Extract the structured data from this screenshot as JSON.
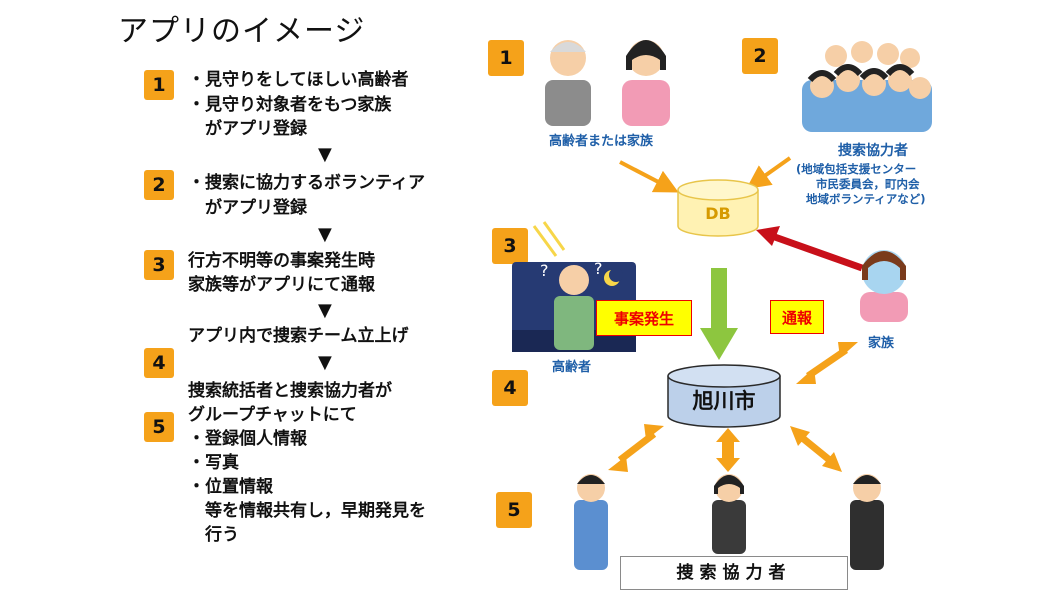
{
  "title": "アプリのイメージ",
  "steps_left": [
    {
      "number": "1",
      "lines": [
        "・見守りをしてほしい高齢者",
        "・見守り対象者をもつ家族",
        "　がアプリ登録"
      ]
    },
    {
      "number": "2",
      "lines": [
        "・捜索に協力するボランティア",
        "　がアプリ登録"
      ]
    },
    {
      "number": "3",
      "lines": [
        "行方不明等の事案発生時",
        "家族等がアプリにて通報"
      ]
    },
    {
      "number": "4",
      "lines": [
        "アプリ内で捜索チーム立上げ"
      ]
    },
    {
      "number": "5",
      "lines": [
        "捜索統括者と捜索協力者が",
        "グループチャットにて",
        "・登録個人情報",
        "・写真",
        "・位置情報",
        "　等を情報共有し，早期発見を",
        "　行う"
      ]
    }
  ],
  "arrow_symbol": "▼",
  "diagram": {
    "badges": [
      "1",
      "2",
      "3",
      "4",
      "5"
    ],
    "elderly_family_label": "高齢者または家族",
    "cooperators_label": "捜索協力者",
    "cooperators_sub": [
      "(地域包括支援センター",
      "市民委員会，町内会",
      "地域ボランティアなど)"
    ],
    "db_label": "DB",
    "elderly_label": "高齢者",
    "incident_tag": "事案発生",
    "report_tag": "通報",
    "family_label": "家族",
    "city_label": "旭川市",
    "searchers_label": "捜索協力者"
  },
  "colors": {
    "badge": "#f5a21a",
    "arrow_orange": "#f5a21a",
    "arrow_red": "#c8101a",
    "arrow_green": "#8dc63f",
    "db_fill": "#fff2b3",
    "city_fill": "#bcd0ea",
    "label_blue": "#1f5fa8"
  }
}
